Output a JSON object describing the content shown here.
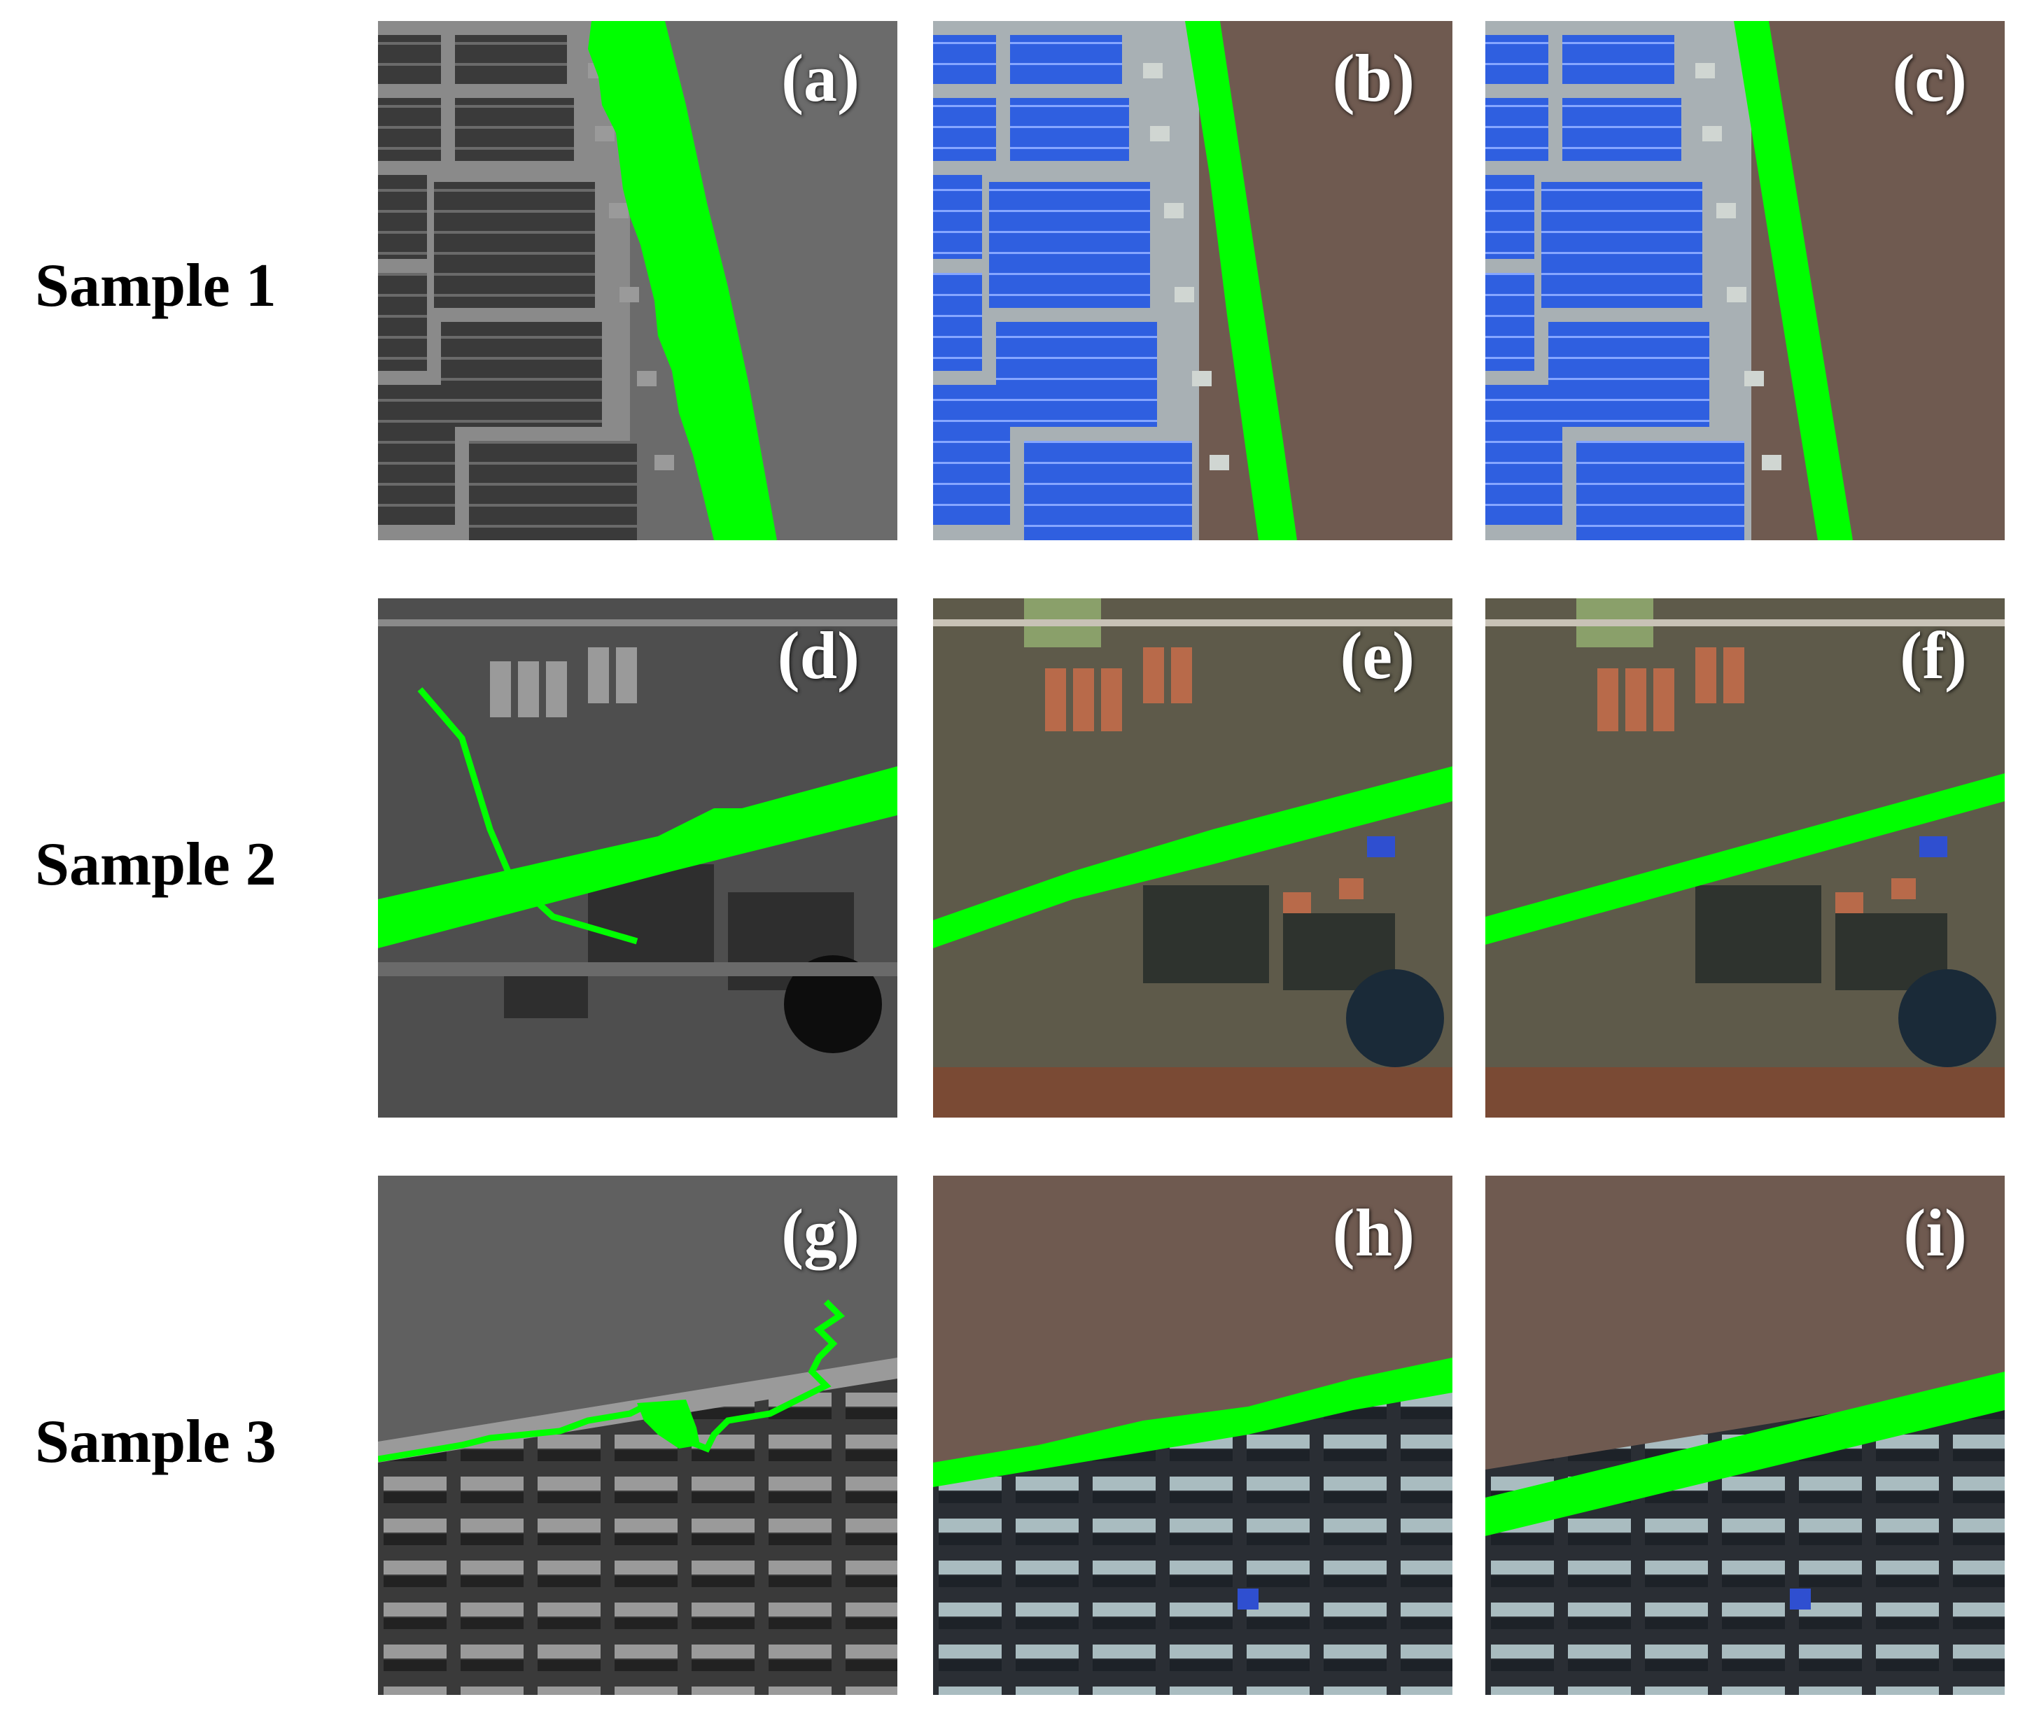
{
  "rows": [
    {
      "label": "Sample 1"
    },
    {
      "label": "Sample 2"
    },
    {
      "label": "Sample 3"
    }
  ],
  "panels": [
    {
      "label": "(a)",
      "style": "grayscale",
      "road": "noisy"
    },
    {
      "label": "(b)",
      "style": "color",
      "road": "rough"
    },
    {
      "label": "(c)",
      "style": "color",
      "road": "smooth"
    },
    {
      "label": "(d)",
      "style": "grayscale",
      "road": "noisy"
    },
    {
      "label": "(e)",
      "style": "color",
      "road": "rough"
    },
    {
      "label": "(f)",
      "style": "color",
      "road": "smooth"
    },
    {
      "label": "(g)",
      "style": "grayscale",
      "road": "noisy"
    },
    {
      "label": "(h)",
      "style": "color",
      "road": "rough"
    },
    {
      "label": "(i)",
      "style": "color",
      "road": "smooth"
    }
  ],
  "colors": {
    "road_mask": "#00ff00",
    "panel_label": "#ffffff",
    "roof_blue": "#2f5fe0",
    "roof_red": "#b86a4a",
    "terrain_brown": "#6f5a50"
  }
}
